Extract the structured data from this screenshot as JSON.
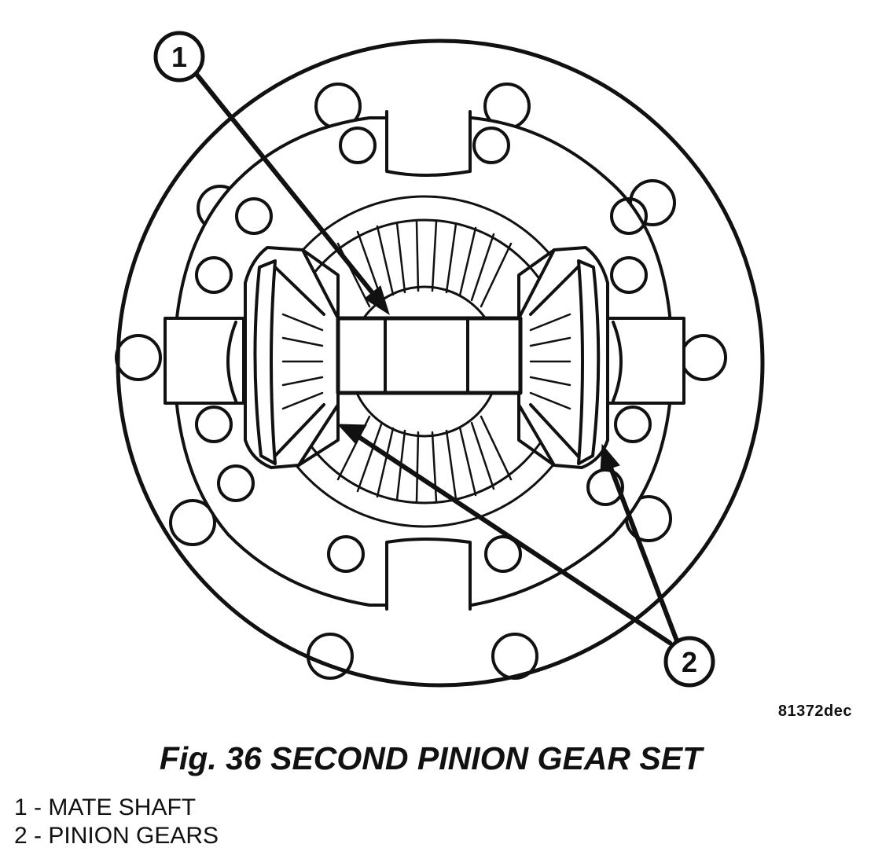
{
  "figure": {
    "code": "81372dec",
    "caption": "Fig. 36 SECOND PINION GEAR SET"
  },
  "callouts": [
    {
      "number": "1"
    },
    {
      "number": "2"
    }
  ],
  "legend": [
    {
      "text": "1 - MATE SHAFT"
    },
    {
      "text": "2 - PINION GEARS"
    }
  ]
}
